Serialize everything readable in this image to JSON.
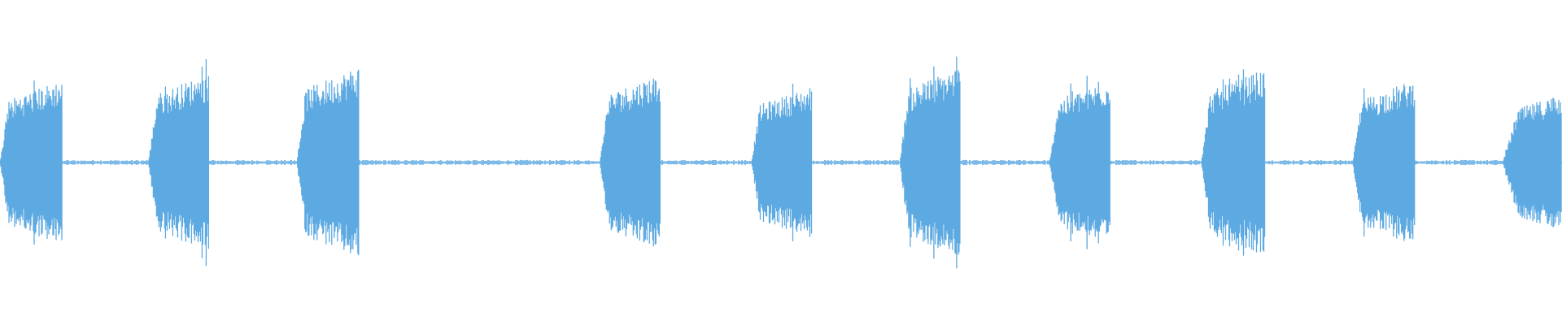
{
  "waveform": {
    "color": "#5DA9E1",
    "duration_ratio": 1.0,
    "bursts": [
      {
        "start": 0.0,
        "end": 0.04,
        "peak": 0.24,
        "shape": "tail"
      },
      {
        "start": 0.095,
        "end": 0.134,
        "peak": 0.26,
        "shape": "full"
      },
      {
        "start": 0.19,
        "end": 0.23,
        "peak": 0.28,
        "shape": "full"
      },
      {
        "start": 0.384,
        "end": 0.423,
        "peak": 0.26,
        "shape": "full"
      },
      {
        "start": 0.481,
        "end": 0.52,
        "peak": 0.22,
        "shape": "full"
      },
      {
        "start": 0.576,
        "end": 0.615,
        "peak": 0.28,
        "shape": "full"
      },
      {
        "start": 0.672,
        "end": 0.711,
        "peak": 0.24,
        "shape": "full"
      },
      {
        "start": 0.769,
        "end": 0.81,
        "peak": 0.27,
        "shape": "full"
      },
      {
        "start": 0.866,
        "end": 0.906,
        "peak": 0.24,
        "shape": "full"
      },
      {
        "start": 0.962,
        "end": 1.0,
        "peak": 0.2,
        "shape": "head"
      }
    ],
    "baseline_amplitude": 0.006
  }
}
